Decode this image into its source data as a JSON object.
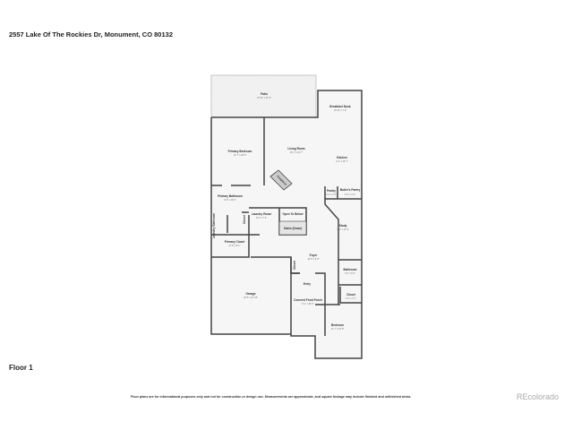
{
  "header": {
    "title": "2557 Lake Of The Rockies Dr, Monument, CO 80132"
  },
  "floor_label": "Floor 1",
  "footer": {
    "disclaimer": "Floor plans are for informational purposes only and not for construction or design use. Measurements are approximate, and square footage may include finished and unfinished areas.",
    "logo": "REcolorado"
  },
  "rooms": [
    {
      "name": "Patio",
      "dim": "27' 11\" x 17' 0\""
    },
    {
      "name": "Breakfast Nook",
      "dim": "10' 11\" x 7' 2\""
    },
    {
      "name": "Primary Bedroom",
      "dim": "14' 7\" x 20' 5\""
    },
    {
      "name": "Living Room",
      "dim": "15' 1\" x 16' 7\""
    },
    {
      "name": "Kitchen",
      "dim": "9' 1\" x 16' 7\""
    },
    {
      "name": "Fireplace",
      "dim": ""
    },
    {
      "name": "Pantry",
      "dim": "3' 3\" x 4' 3\""
    },
    {
      "name": "Butler's Pantry",
      "dim": "5' 6\" x 4' 3\""
    },
    {
      "name": "Primary Bathroom",
      "dim": "9' 8\" x 10' 9\""
    },
    {
      "name": "Laundry Room",
      "dim": "8' 4\" x 7' 9\""
    },
    {
      "name": "Open To Below",
      "dim": ""
    },
    {
      "name": "Stairs (Down)",
      "dim": ""
    },
    {
      "name": "Closet",
      "dim": ""
    },
    {
      "name": "Laundry Bathroom",
      "dim": ""
    },
    {
      "name": "Study",
      "dim": "9' 1\" x 13' 4\""
    },
    {
      "name": "Primary Closet",
      "dim": "11' 8\" x 8' 1\""
    },
    {
      "name": "Foyer",
      "dim": "10' 8\" x 9' 6\""
    },
    {
      "name": "Closet",
      "dim": ""
    },
    {
      "name": "Bathroom",
      "dim": "5' 3\" x 8' 0\""
    },
    {
      "name": "Entry",
      "dim": ""
    },
    {
      "name": "Garage",
      "dim": "20' 5\" x 27' 10\""
    },
    {
      "name": "Covered Front Porch",
      "dim": "8' 1\" x 16' 3\""
    },
    {
      "name": "Closet",
      "dim": "5' 2\" x 4' 7\""
    },
    {
      "name": "Bedroom",
      "dim": "11' 7\" x 16' 8\""
    }
  ]
}
